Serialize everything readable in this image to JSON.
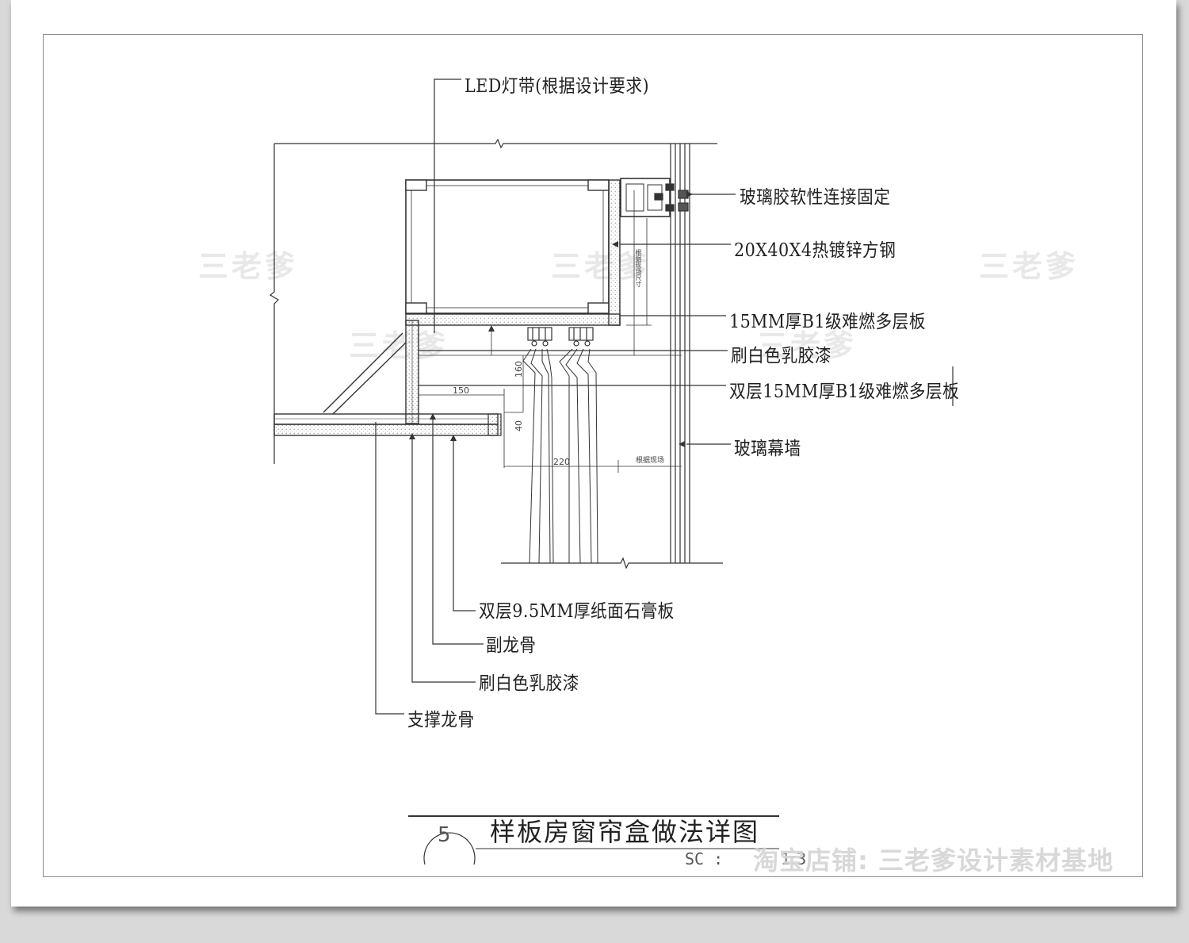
{
  "labels": {
    "led": "LED灯带(根据设计要求)",
    "glass_glue": "玻璃胶软性连接固定",
    "steel": "20X40X4热镀锌方钢",
    "board15": "15MM厚B1级难燃多层板",
    "paint_top": "刷白色乳胶漆",
    "double_board": "双层15MM厚B1级难燃多层板",
    "curtain_wall": "玻璃幕墙",
    "gypsum": "双层9.5MM厚纸面石膏板",
    "sub_keel": "副龙骨",
    "paint_bottom": "刷白色乳胶漆",
    "support_keel": "支撑龙骨"
  },
  "dimensions": {
    "d150": "150",
    "d160": "160",
    "d40": "40",
    "d220": "220",
    "site_h": "根据现场",
    "site_v": "根据现场尺寸"
  },
  "title_block": {
    "number": "5",
    "title": "样板房窗帘盒做法详图",
    "sc_label": "SC :",
    "scale": "1:3"
  },
  "watermarks": {
    "w1": "三老爹",
    "w2": "三老爹",
    "w3": "三老爹",
    "w4": "三老爹",
    "w5": "三老爹",
    "shop": "淘宝店铺: 三老爹设计素材基地"
  }
}
